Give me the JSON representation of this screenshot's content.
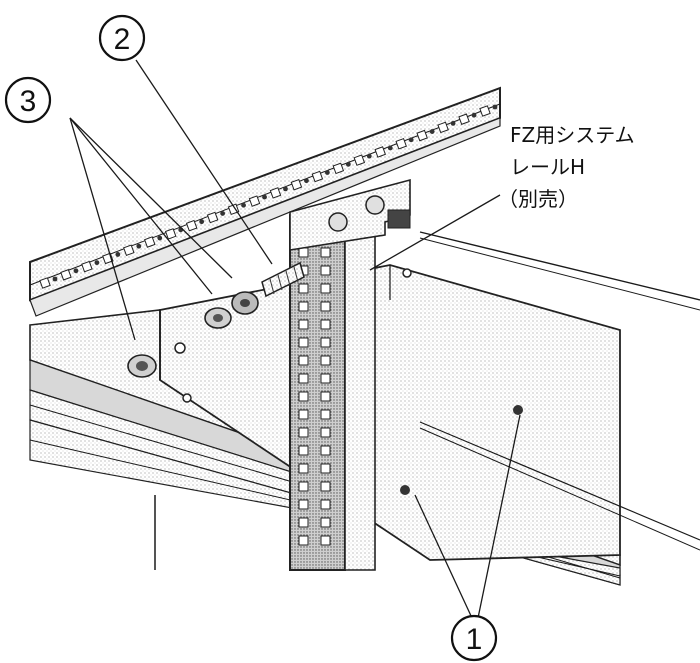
{
  "callouts": {
    "part1": "1",
    "part2": "2",
    "part3": "3"
  },
  "side_label": {
    "line1": "FZ用システム",
    "line2": "レールH",
    "line3": "（別売）"
  }
}
